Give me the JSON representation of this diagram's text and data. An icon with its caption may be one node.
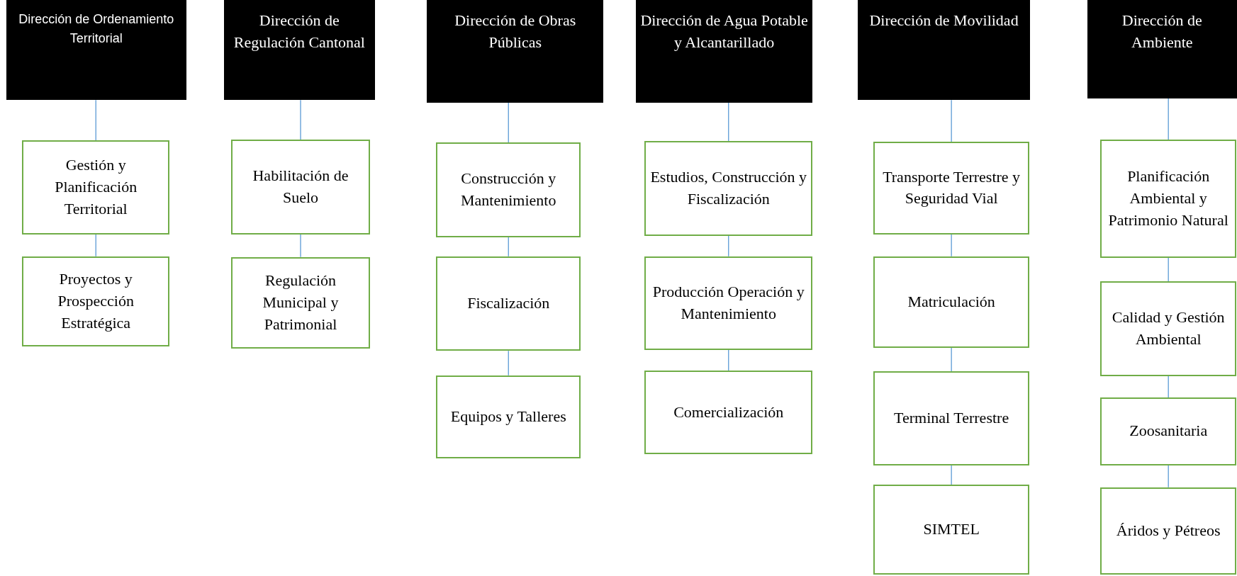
{
  "diagram": {
    "nodes": [
      {
        "text": [
          "Dirección de Ordenamiento Territorial"
        ]
      },
      {
        "text": [
          "Gestión y Planificación Territorial"
        ]
      },
      {
        "text": [
          "Proyectos y Prospección Estratégica"
        ]
      },
      {
        "text": [
          "Dirección de Regulación Cantonal"
        ]
      },
      {
        "text": [
          "Habilitación de Suelo"
        ]
      },
      {
        "text": [
          "Regulación Municipal y Patrimonial"
        ]
      },
      {
        "text": [
          "Dirección de Obras Públicas"
        ]
      },
      {
        "text": [
          "Construcción y Mantenimiento"
        ]
      },
      {
        "text": [
          "Fiscalización"
        ]
      },
      {
        "text": [
          "Equipos y Talleres"
        ]
      },
      {
        "text": [
          "Dirección de Agua Potable y Alcantarillado"
        ]
      },
      {
        "text": [
          "Estudios, Construcción y Fiscalización"
        ]
      },
      {
        "text": [
          "Producción Operación y Mantenimiento"
        ]
      },
      {
        "text": [
          "Comercialización"
        ]
      },
      {
        "text": [
          "Dirección de Movilidad"
        ]
      },
      {
        "text": [
          "Transporte Terrestre y Seguridad Vial"
        ]
      },
      {
        "text": [
          "Matriculación"
        ]
      },
      {
        "text": [
          "Terminal Terrestre"
        ]
      },
      {
        "text": [
          "SIMTEL"
        ]
      },
      {
        "text": [
          "Dirección de Ambiente"
        ]
      },
      {
        "text": [
          "Planificación Ambiental y Patrimonio Natural"
        ]
      },
      {
        "text": [
          "Calidad y Gestión Ambiental"
        ]
      },
      {
        "text": [
          "Zoosanitaria"
        ]
      },
      {
        "text": [
          "Áridos y Pétreos"
        ]
      }
    ],
    "edges": [
      {
        "from": 0,
        "to": 1,
        "arrow": "none"
      },
      {
        "from": 1,
        "to": 2,
        "arrow": "none"
      },
      {
        "from": 3,
        "to": 4,
        "arrow": "none"
      },
      {
        "from": 4,
        "to": 5,
        "arrow": "none"
      },
      {
        "from": 6,
        "to": 7,
        "arrow": "none"
      },
      {
        "from": 7,
        "to": 8,
        "arrow": "none"
      },
      {
        "from": 8,
        "to": 9,
        "arrow": "none"
      },
      {
        "from": 10,
        "to": 11,
        "arrow": "none"
      },
      {
        "from": 11,
        "to": 12,
        "arrow": "none"
      },
      {
        "from": 12,
        "to": 13,
        "arrow": "none"
      },
      {
        "from": 14,
        "to": 15,
        "arrow": "none"
      },
      {
        "from": 15,
        "to": 16,
        "arrow": "none"
      },
      {
        "from": 16,
        "to": 17,
        "arrow": "none"
      },
      {
        "from": 17,
        "to": 18,
        "arrow": "none"
      },
      {
        "from": 19,
        "to": 20,
        "arrow": "none"
      },
      {
        "from": 20,
        "to": 21,
        "arrow": "none"
      },
      {
        "from": 21,
        "to": 22,
        "arrow": "none"
      },
      {
        "from": 22,
        "to": 23,
        "arrow": "none"
      }
    ]
  }
}
